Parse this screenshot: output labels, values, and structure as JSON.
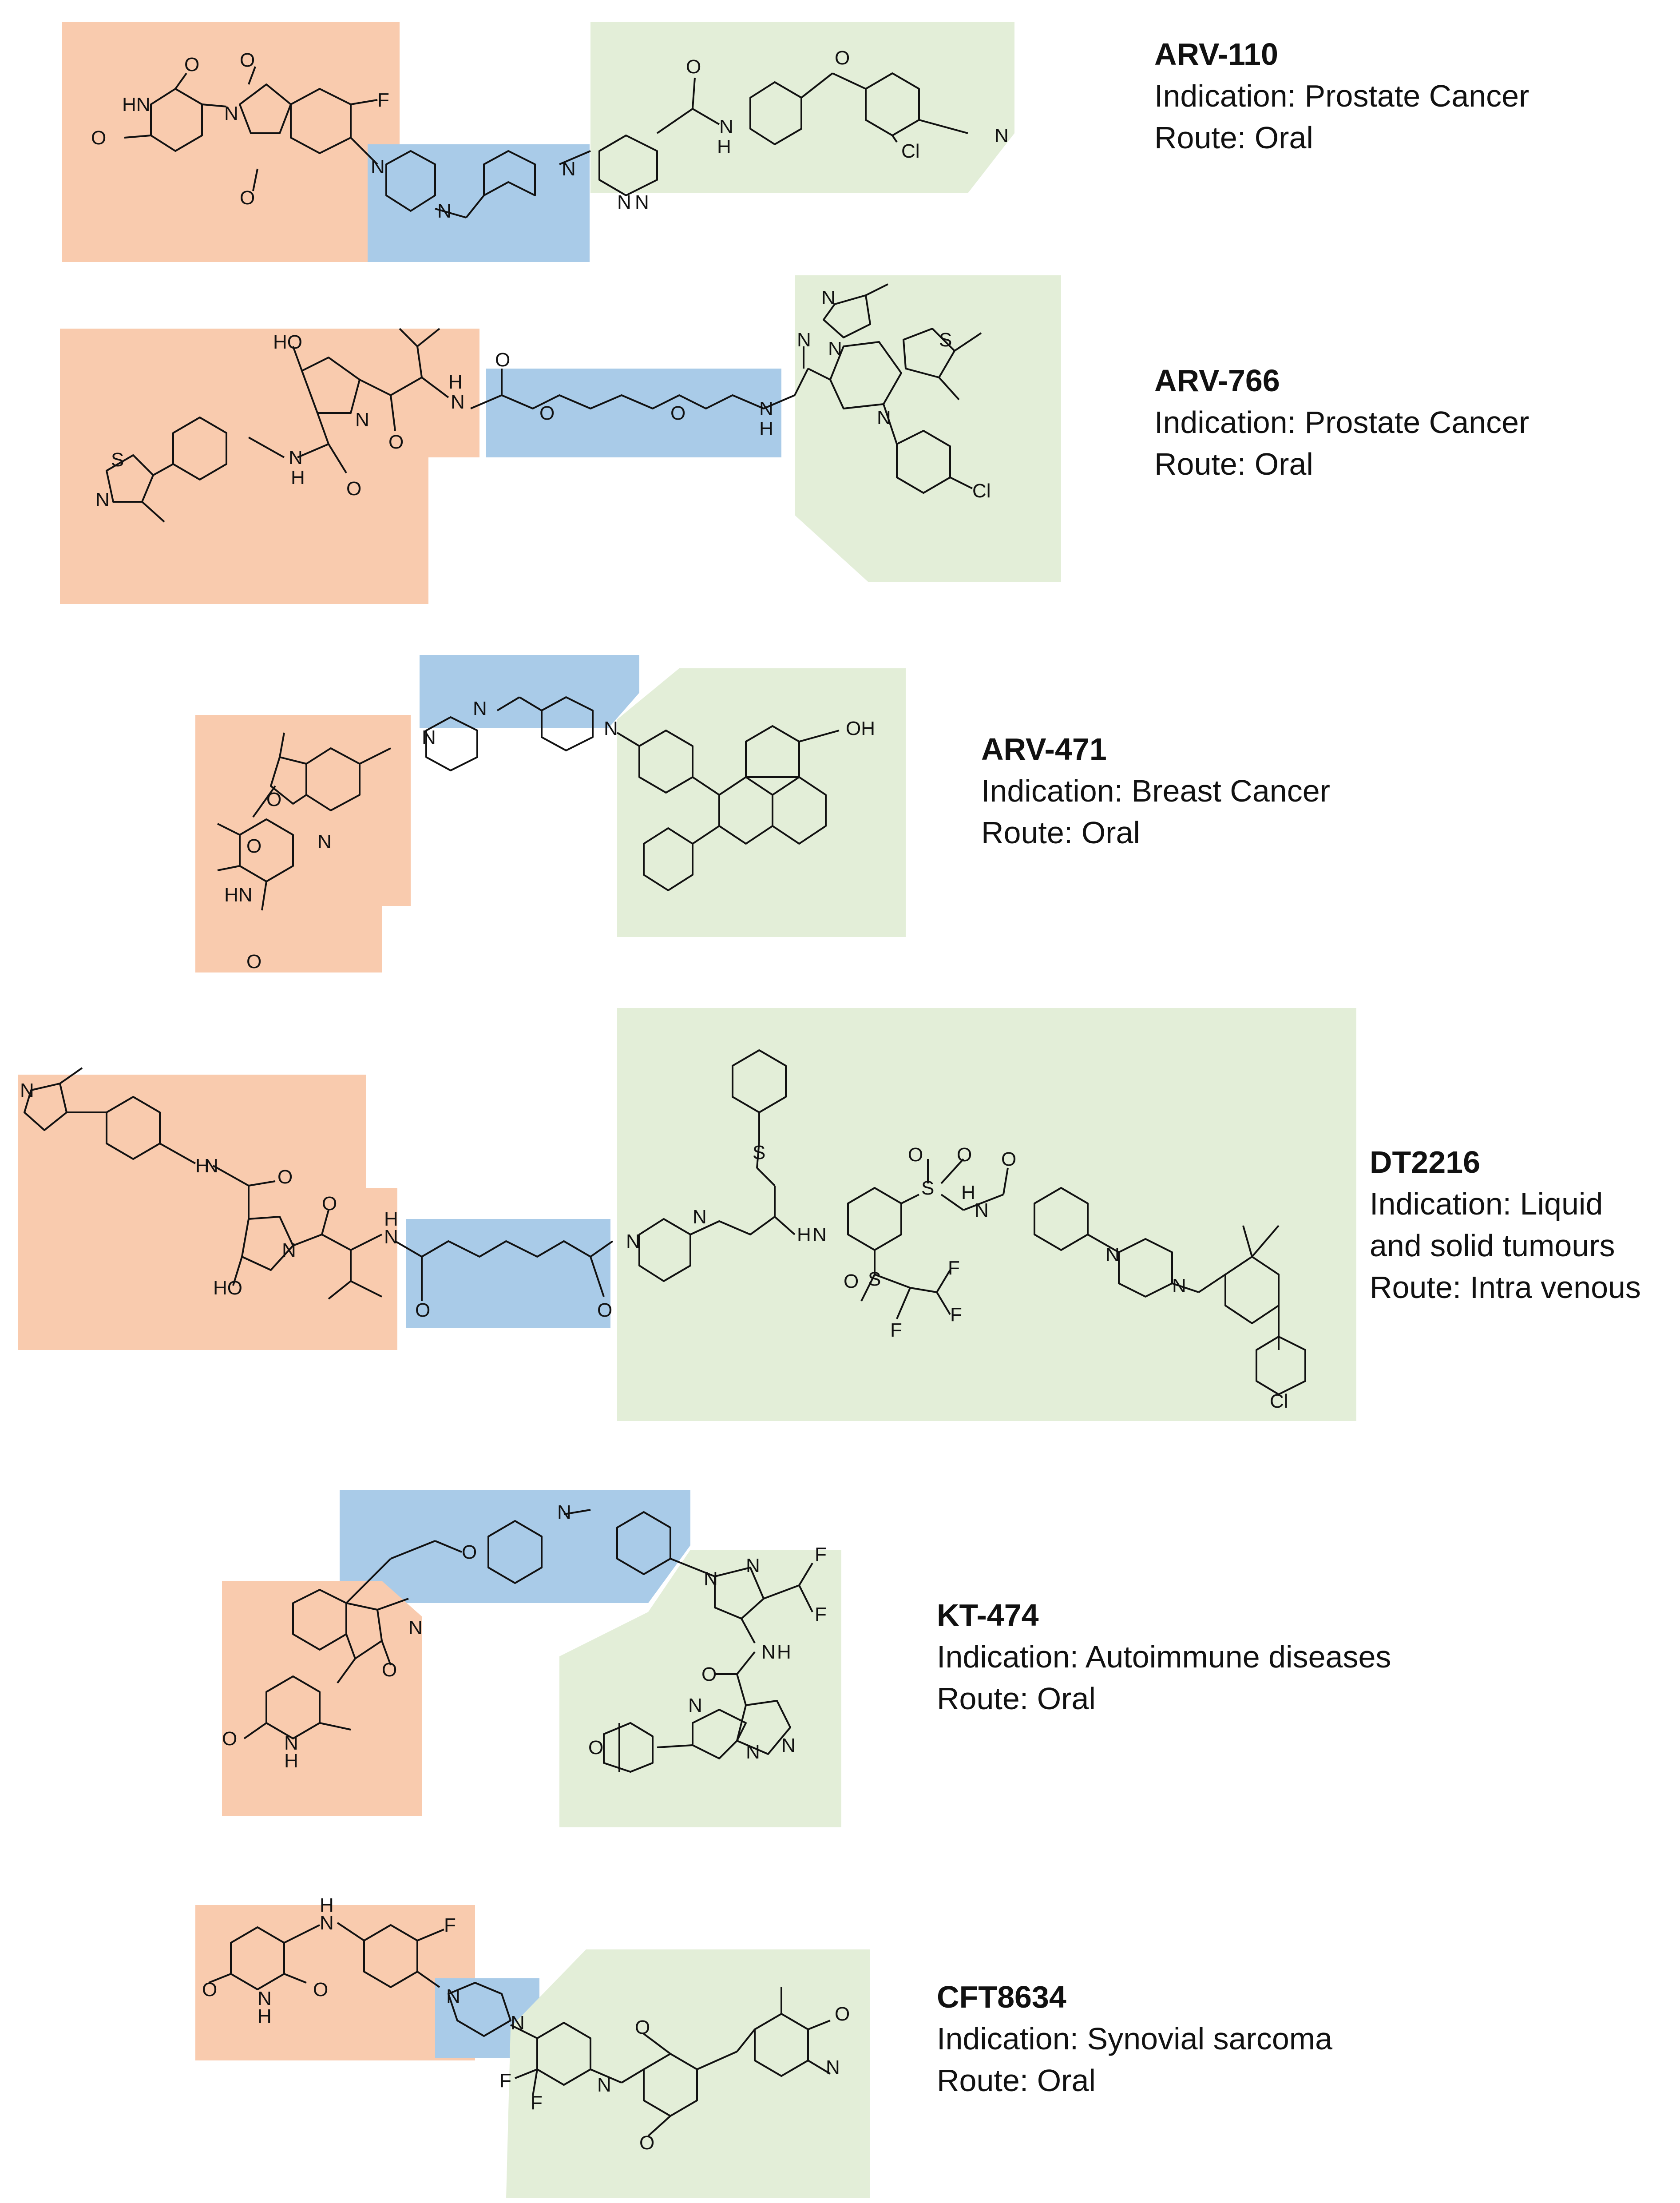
{
  "colors": {
    "e3_ligand_region": "#f9cbae",
    "linker_region": "#a9cbe8",
    "target_ligand_region": "#e3eed8",
    "text": "#111111"
  },
  "compounds": [
    {
      "name": "ARV-110",
      "indication_label": "Indication: Prostate Cancer",
      "route_label": "Route: Oral",
      "atom_labels": {
        "hn": "HN",
        "o1": "O",
        "o2": "O",
        "o3": "O",
        "o4": "O",
        "n1": "N",
        "f": "F",
        "n2": "N",
        "n3": "N",
        "n4": "N",
        "n5": "N",
        "n6": "N",
        "o5": "O",
        "nh": "N",
        "h": "H",
        "o6": "O",
        "cl": "Cl",
        "n7": "N"
      }
    },
    {
      "name": "ARV-766",
      "indication_label": "Indication: Prostate Cancer",
      "route_label": "Route: Oral",
      "atom_labels": {
        "ho": "HO",
        "n1": "N",
        "o1": "O",
        "nh1": "N",
        "h1": "H",
        "o2": "O",
        "s1": "S",
        "n2": "N",
        "nh2": "N",
        "h2": "H",
        "o3": "O",
        "o4": "O",
        "nh3": "N",
        "h3": "H",
        "o5": "O",
        "n3": "N",
        "n4": "N",
        "n5": "N",
        "s2": "S",
        "n6": "N",
        "cl": "Cl"
      }
    },
    {
      "name": "ARV-471",
      "indication_label": "Indication: Breast Cancer",
      "route_label": "Route: Oral",
      "atom_labels": {
        "n1": "N",
        "n2": "N",
        "n3": "N",
        "oh": "OH",
        "o1": "O",
        "n4": "N",
        "o2": "O",
        "hn": "HN",
        "o3": "O"
      }
    },
    {
      "name": "DT2216",
      "indication_label": "Indication: Liquid",
      "indication_label_2": "and solid tumours",
      "route_label": "Route: Intra venous",
      "atom_labels": {
        "n1": "N",
        "hn": "H",
        "n2": "N",
        "o1": "O",
        "n3": "N",
        "o2": "O",
        "h1": "H",
        "n4": "N",
        "ho": "HO",
        "o3": "O",
        "o4": "O",
        "n5": "N",
        "n6": "N",
        "s1": "S",
        "nh": "N",
        "h2": "H",
        "s2": "S",
        "o5": "O",
        "o6": "O",
        "nh2": "N",
        "h3": "H",
        "o7": "O",
        "s3": "S",
        "o8": "O",
        "f1": "F",
        "f2": "F",
        "f3": "F",
        "n7": "N",
        "n8": "N",
        "cl": "Cl"
      }
    },
    {
      "name": "KT-474",
      "indication_label": "Indication: Autoimmune diseases",
      "route_label": "Route: Oral",
      "atom_labels": {
        "o1": "O",
        "n1": "N",
        "n2": "N",
        "n3": "N",
        "f1": "F",
        "f2": "F",
        "n4": "N",
        "h1": "H",
        "o2": "O",
        "n5": "N",
        "o3": "O",
        "o4": "O",
        "n6": "N",
        "h2": "H",
        "n7": "N",
        "n8": "N",
        "n9": "N",
        "o5": "O"
      }
    },
    {
      "name": "CFT8634",
      "indication_label": "Indication: Synovial sarcoma",
      "route_label": "Route: Oral",
      "atom_labels": {
        "h1": "H",
        "n1": "N",
        "f1": "F",
        "o1": "O",
        "nh": "N",
        "h2": "H",
        "o2": "O",
        "n2": "N",
        "n3": "N",
        "o3": "O",
        "o4": "O",
        "n4": "N",
        "f2": "F",
        "f3": "F",
        "n5": "N",
        "o5": "O"
      }
    }
  ]
}
